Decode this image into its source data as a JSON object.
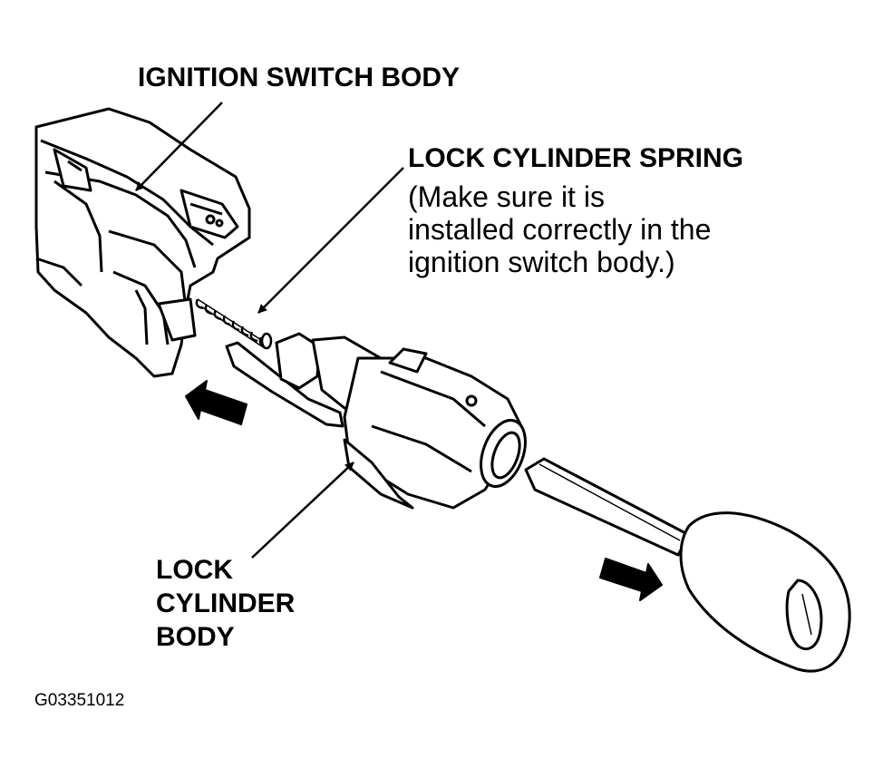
{
  "labels": {
    "ignition_switch_body": "IGNITION SWITCH BODY",
    "lock_cylinder_spring": "LOCK CYLINDER SPRING",
    "spring_note_line1": "(Make sure it is",
    "spring_note_line2": "installed correctly in the",
    "spring_note_line3": "ignition switch body.)",
    "lock_line1": "LOCK",
    "lock_line2": "CYLINDER",
    "lock_line3": "BODY",
    "figure_code": "G03351012"
  },
  "colors": {
    "ink": "#000000",
    "paper": "#ffffff"
  },
  "icons": [
    "leader-arrow",
    "direction-arrow"
  ]
}
